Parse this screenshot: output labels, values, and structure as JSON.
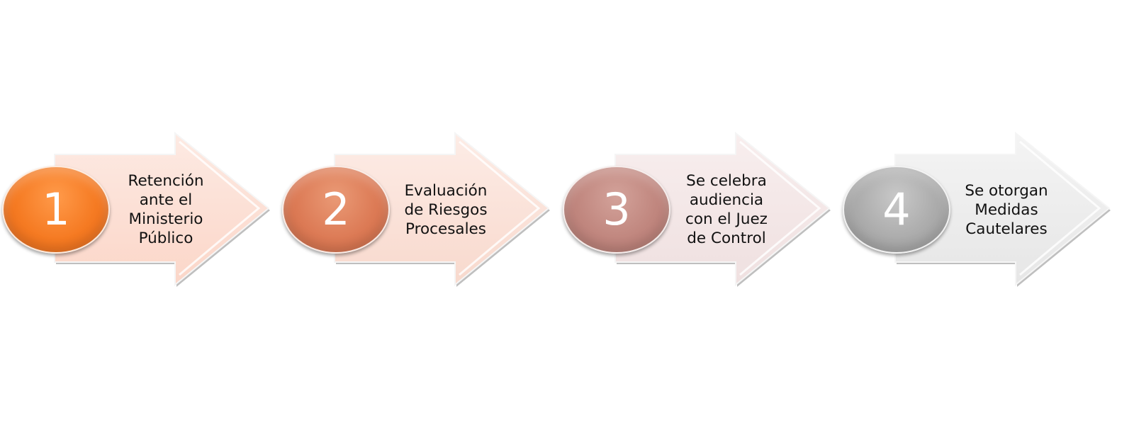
{
  "steps": [
    {
      "number": "1",
      "label": "Retención\nante el\nMinisterio\nPúblico",
      "circle_color": "#f57a22",
      "arrow_color": "#fde0d6"
    },
    {
      "number": "2",
      "label": "Evaluación\nde Riesgos\nProcesales",
      "circle_color": "#dc7a55",
      "arrow_color": "#fbe2da"
    },
    {
      "number": "3",
      "label": "Se celebra\naudiencia\ncon el Juez\nde Control",
      "circle_color": "#c0867e",
      "arrow_color": "#f4e6e6"
    },
    {
      "number": "4",
      "label": "Se otorgan\nMedidas\nCautelares",
      "circle_color": "#ababab",
      "arrow_color": "#ececec"
    }
  ]
}
